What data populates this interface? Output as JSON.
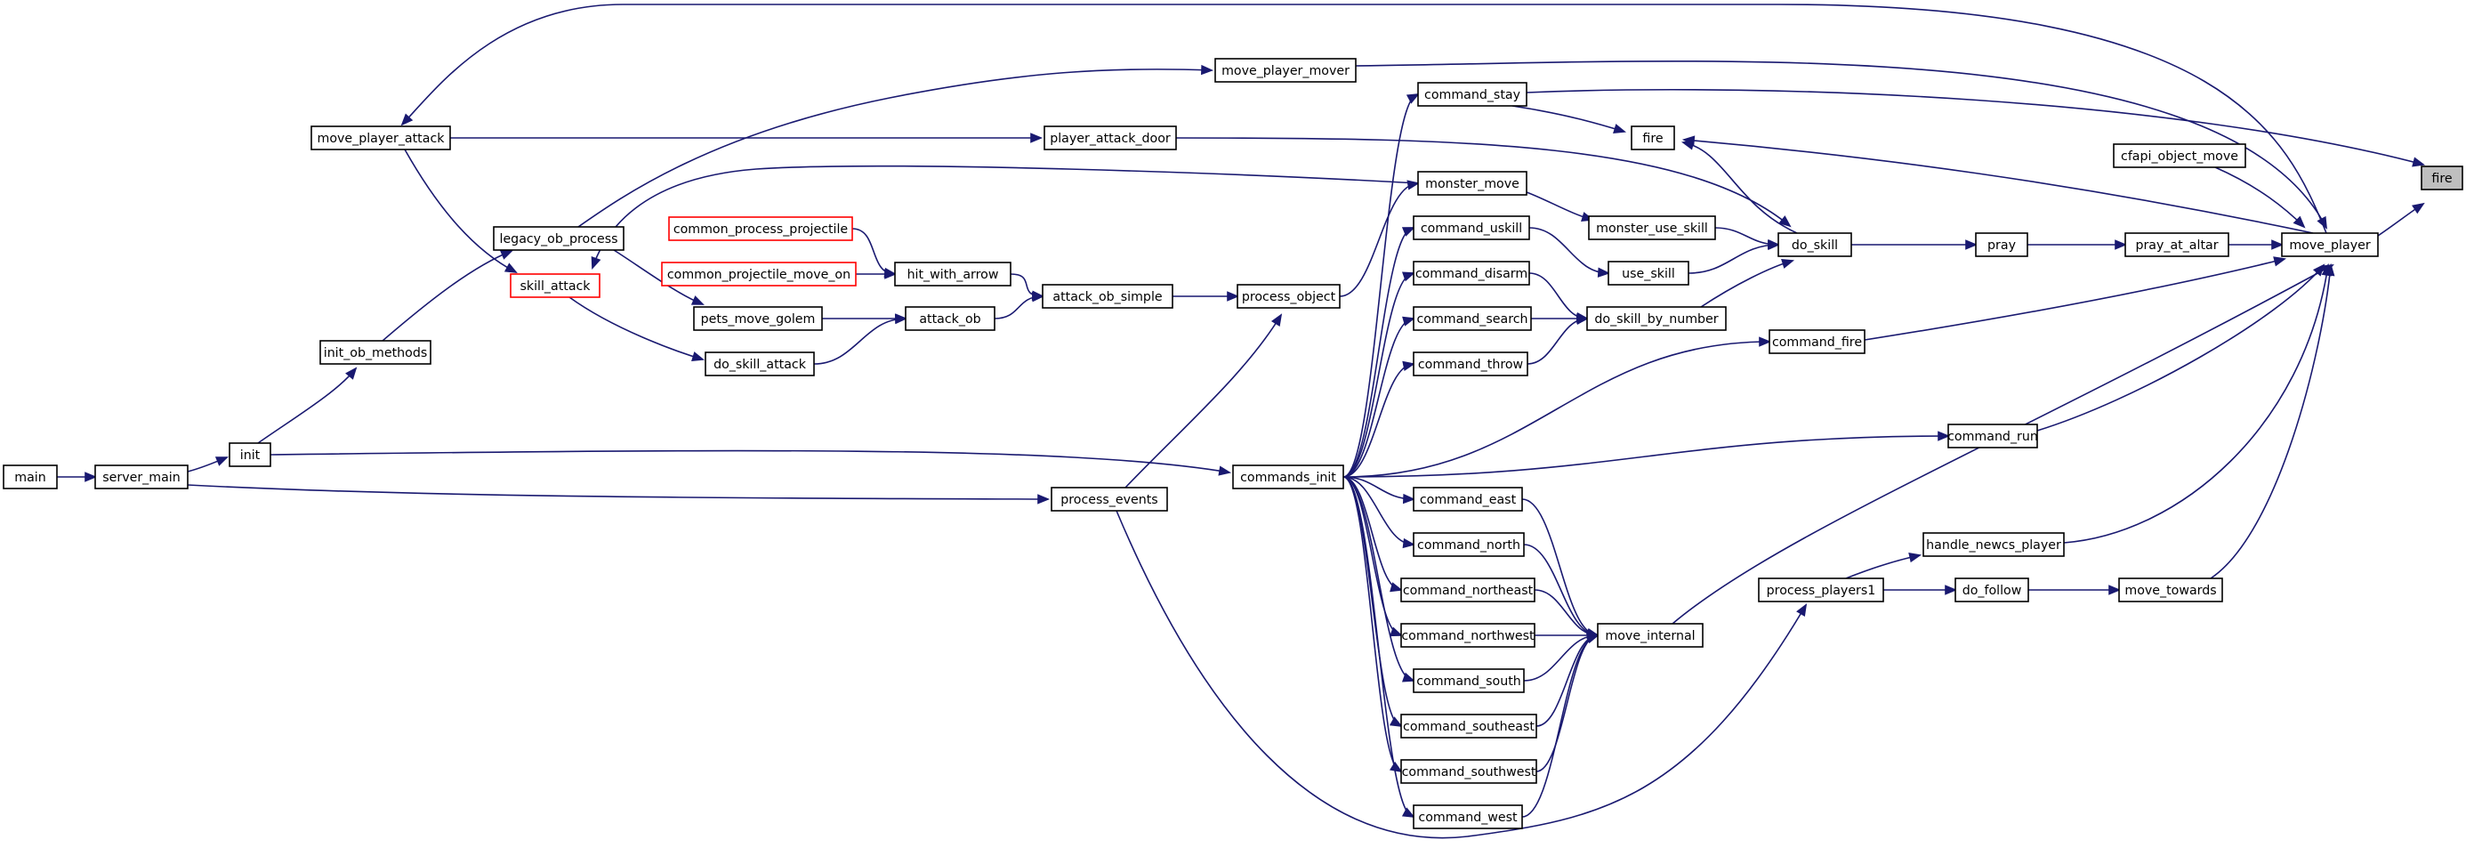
{
  "colors": {
    "edge": "#191970",
    "node_border": "#000000",
    "node_border_undocumented": "#ff0000",
    "node_fill": "#ffffff",
    "root_fill": "#bfbfbf"
  },
  "nodes": [
    {
      "id": "fire_root",
      "label": "fire",
      "style": "root"
    },
    {
      "id": "move_player",
      "label": "move_player",
      "style": "normal"
    },
    {
      "id": "cfapi_object_move",
      "label": "cfapi_object_move",
      "style": "normal"
    },
    {
      "id": "command_fire",
      "label": "command_fire",
      "style": "normal"
    },
    {
      "id": "command_run",
      "label": "command_run",
      "style": "normal"
    },
    {
      "id": "handle_newcs_player",
      "label": "handle_newcs_player",
      "style": "normal"
    },
    {
      "id": "move_towards",
      "label": "move_towards",
      "style": "normal"
    },
    {
      "id": "pray_at_altar",
      "label": "pray_at_altar",
      "style": "normal"
    },
    {
      "id": "pray",
      "label": "pray",
      "style": "normal"
    },
    {
      "id": "do_skill",
      "label": "do_skill",
      "style": "normal"
    },
    {
      "id": "do_follow",
      "label": "do_follow",
      "style": "normal"
    },
    {
      "id": "process_players1",
      "label": "process_players1",
      "style": "normal"
    },
    {
      "id": "fire_mid",
      "label": "fire",
      "style": "normal"
    },
    {
      "id": "monster_use_skill",
      "label": "monster_use_skill",
      "style": "normal"
    },
    {
      "id": "use_skill",
      "label": "use_skill",
      "style": "normal"
    },
    {
      "id": "do_skill_by_number",
      "label": "do_skill_by_number",
      "style": "normal"
    },
    {
      "id": "move_internal",
      "label": "move_internal",
      "style": "normal"
    },
    {
      "id": "command_stay",
      "label": "command_stay",
      "style": "normal"
    },
    {
      "id": "monster_move",
      "label": "monster_move",
      "style": "normal"
    },
    {
      "id": "command_uskill",
      "label": "command_uskill",
      "style": "normal"
    },
    {
      "id": "command_disarm",
      "label": "command_disarm",
      "style": "normal"
    },
    {
      "id": "command_search",
      "label": "command_search",
      "style": "normal"
    },
    {
      "id": "command_throw",
      "label": "command_throw",
      "style": "normal"
    },
    {
      "id": "command_east",
      "label": "command_east",
      "style": "normal"
    },
    {
      "id": "command_north",
      "label": "command_north",
      "style": "normal"
    },
    {
      "id": "command_northeast",
      "label": "command_northeast",
      "style": "normal"
    },
    {
      "id": "command_northwest",
      "label": "command_northwest",
      "style": "normal"
    },
    {
      "id": "command_south",
      "label": "command_south",
      "style": "normal"
    },
    {
      "id": "command_southeast",
      "label": "command_southeast",
      "style": "normal"
    },
    {
      "id": "command_southwest",
      "label": "command_southwest",
      "style": "normal"
    },
    {
      "id": "command_west",
      "label": "command_west",
      "style": "normal"
    },
    {
      "id": "move_player_mover",
      "label": "move_player_mover",
      "style": "normal"
    },
    {
      "id": "player_attack_door",
      "label": "player_attack_door",
      "style": "normal"
    },
    {
      "id": "process_object",
      "label": "process_object",
      "style": "normal"
    },
    {
      "id": "commands_init",
      "label": "commands_init",
      "style": "normal"
    },
    {
      "id": "process_events",
      "label": "process_events",
      "style": "normal"
    },
    {
      "id": "attack_ob_simple",
      "label": "attack_ob_simple",
      "style": "normal"
    },
    {
      "id": "hit_with_arrow",
      "label": "hit_with_arrow",
      "style": "normal"
    },
    {
      "id": "attack_ob",
      "label": "attack_ob",
      "style": "normal"
    },
    {
      "id": "common_process_projectile",
      "label": "common_process_projectile",
      "style": "undocumented"
    },
    {
      "id": "common_projectile_move_on",
      "label": "common_projectile_move_on",
      "style": "undocumented"
    },
    {
      "id": "legacy_ob_process",
      "label": "legacy_ob_process",
      "style": "normal"
    },
    {
      "id": "skill_attack",
      "label": "skill_attack",
      "style": "undocumented"
    },
    {
      "id": "pets_move_golem",
      "label": "pets_move_golem",
      "style": "normal"
    },
    {
      "id": "do_skill_attack",
      "label": "do_skill_attack",
      "style": "normal"
    },
    {
      "id": "move_player_attack",
      "label": "move_player_attack",
      "style": "normal"
    },
    {
      "id": "init_ob_methods",
      "label": "init_ob_methods",
      "style": "normal"
    },
    {
      "id": "init",
      "label": "init",
      "style": "normal"
    },
    {
      "id": "server_main",
      "label": "server_main",
      "style": "normal"
    },
    {
      "id": "main",
      "label": "main",
      "style": "normal"
    }
  ],
  "edges": [
    {
      "from": "move_player",
      "to": "fire_root"
    },
    {
      "from": "command_stay",
      "to": "fire_root"
    },
    {
      "from": "cfapi_object_move",
      "to": "move_player"
    },
    {
      "from": "command_fire",
      "to": "move_player"
    },
    {
      "from": "command_run",
      "to": "move_player"
    },
    {
      "from": "handle_newcs_player",
      "to": "move_player"
    },
    {
      "from": "move_towards",
      "to": "move_player"
    },
    {
      "from": "pray_at_altar",
      "to": "move_player"
    },
    {
      "from": "move_player_mover",
      "to": "move_player"
    },
    {
      "from": "move_internal",
      "to": "move_player"
    },
    {
      "from": "move_player",
      "to": "fire_mid"
    },
    {
      "from": "move_player",
      "to": "move_player_attack"
    },
    {
      "from": "pray",
      "to": "pray_at_altar"
    },
    {
      "from": "do_skill",
      "to": "pray"
    },
    {
      "from": "do_skill",
      "to": "fire_mid"
    },
    {
      "from": "monster_use_skill",
      "to": "do_skill"
    },
    {
      "from": "use_skill",
      "to": "do_skill"
    },
    {
      "from": "do_skill_by_number",
      "to": "do_skill"
    },
    {
      "from": "player_attack_door",
      "to": "do_skill"
    },
    {
      "from": "do_follow",
      "to": "move_towards"
    },
    {
      "from": "process_players1",
      "to": "do_follow"
    },
    {
      "from": "process_players1",
      "to": "handle_newcs_player"
    },
    {
      "from": "process_events",
      "to": "process_players1"
    },
    {
      "from": "command_stay",
      "to": "fire_mid"
    },
    {
      "from": "monster_move",
      "to": "monster_use_skill"
    },
    {
      "from": "command_uskill",
      "to": "use_skill"
    },
    {
      "from": "command_disarm",
      "to": "do_skill_by_number"
    },
    {
      "from": "command_search",
      "to": "do_skill_by_number"
    },
    {
      "from": "command_throw",
      "to": "do_skill_by_number"
    },
    {
      "from": "command_east",
      "to": "move_internal"
    },
    {
      "from": "command_north",
      "to": "move_internal"
    },
    {
      "from": "command_northeast",
      "to": "move_internal"
    },
    {
      "from": "command_northwest",
      "to": "move_internal"
    },
    {
      "from": "command_south",
      "to": "move_internal"
    },
    {
      "from": "command_southeast",
      "to": "move_internal"
    },
    {
      "from": "command_southwest",
      "to": "move_internal"
    },
    {
      "from": "command_west",
      "to": "move_internal"
    },
    {
      "from": "commands_init",
      "to": "command_stay"
    },
    {
      "from": "commands_init",
      "to": "command_uskill"
    },
    {
      "from": "commands_init",
      "to": "command_disarm"
    },
    {
      "from": "commands_init",
      "to": "command_search"
    },
    {
      "from": "commands_init",
      "to": "command_throw"
    },
    {
      "from": "commands_init",
      "to": "command_fire"
    },
    {
      "from": "commands_init",
      "to": "command_run"
    },
    {
      "from": "commands_init",
      "to": "command_east"
    },
    {
      "from": "commands_init",
      "to": "command_north"
    },
    {
      "from": "commands_init",
      "to": "command_northeast"
    },
    {
      "from": "commands_init",
      "to": "command_northwest"
    },
    {
      "from": "commands_init",
      "to": "command_south"
    },
    {
      "from": "commands_init",
      "to": "command_southeast"
    },
    {
      "from": "commands_init",
      "to": "command_southwest"
    },
    {
      "from": "commands_init",
      "to": "command_west"
    },
    {
      "from": "process_object",
      "to": "monster_move"
    },
    {
      "from": "process_events",
      "to": "process_object"
    },
    {
      "from": "attack_ob_simple",
      "to": "process_object"
    },
    {
      "from": "hit_with_arrow",
      "to": "attack_ob_simple"
    },
    {
      "from": "attack_ob",
      "to": "attack_ob_simple"
    },
    {
      "from": "common_process_projectile",
      "to": "hit_with_arrow"
    },
    {
      "from": "common_projectile_move_on",
      "to": "hit_with_arrow"
    },
    {
      "from": "pets_move_golem",
      "to": "attack_ob"
    },
    {
      "from": "do_skill_attack",
      "to": "attack_ob"
    },
    {
      "from": "skill_attack",
      "to": "do_skill_attack"
    },
    {
      "from": "legacy_ob_process",
      "to": "pets_move_golem"
    },
    {
      "from": "legacy_ob_process",
      "to": "move_player_mover"
    },
    {
      "from": "monster_move",
      "to": "skill_attack"
    },
    {
      "from": "move_player_attack",
      "to": "skill_attack"
    },
    {
      "from": "move_player_attack",
      "to": "player_attack_door"
    },
    {
      "from": "init_ob_methods",
      "to": "legacy_ob_process"
    },
    {
      "from": "init",
      "to": "init_ob_methods"
    },
    {
      "from": "init",
      "to": "commands_init"
    },
    {
      "from": "server_main",
      "to": "init"
    },
    {
      "from": "server_main",
      "to": "process_events"
    },
    {
      "from": "main",
      "to": "server_main"
    }
  ]
}
